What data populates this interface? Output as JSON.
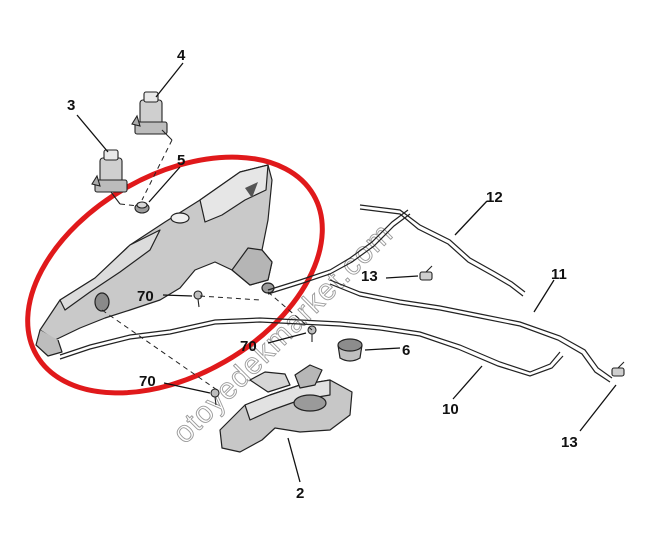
{
  "diagram": {
    "callouts": {
      "c2": "2",
      "c3": "3",
      "c4": "4",
      "c5": "5",
      "c6": "6",
      "c10": "10",
      "c11": "11",
      "c12": "12",
      "c13a": "13",
      "c13b": "13",
      "c70a": "70",
      "c70b": "70",
      "c70c": "70"
    },
    "watermark": "otoyedekmarket.com",
    "highlight_color": "#e0191b",
    "line_color": "#222222"
  }
}
